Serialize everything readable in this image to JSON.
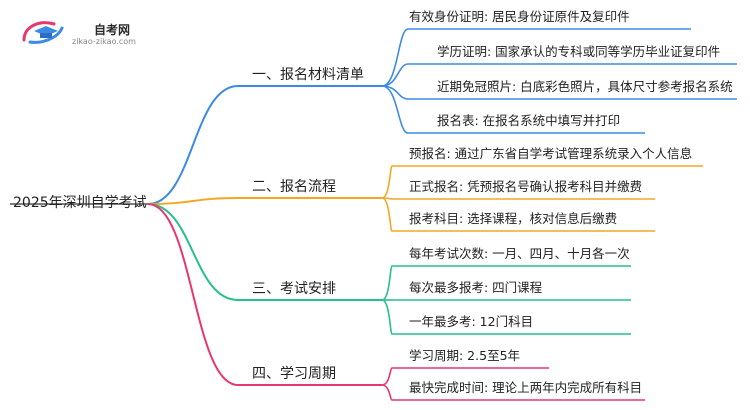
{
  "logo": {
    "name": "自考网",
    "url": "zikao-zikao.com"
  },
  "root": "2025年深圳自学考试",
  "branches": [
    {
      "label": "一、报名材料清单",
      "color": "#3b8be6",
      "leaves": [
        "有效身份证明: 居民身份证原件及复印件",
        "学历证明: 国家承认的专科或同等学历毕业证复印件",
        "近期免冠照片: 白底彩色照片，具体尺寸参考报名系统",
        "报名表: 在报名系统中填写并打印"
      ]
    },
    {
      "label": "二、报名流程",
      "color": "#f5a623",
      "leaves": [
        "预报名: 通过广东省自学考试管理系统录入个人信息",
        "正式报名: 凭预报名号确认报考科目并缴费",
        "报考科目: 选择课程，核对信息后缴费"
      ]
    },
    {
      "label": "三、考试安排",
      "color": "#27c08a",
      "leaves": [
        "每年考试次数: 一月、四月、十月各一次",
        "每次最多报考: 四门课程",
        "一年最多考: 12门科目"
      ]
    },
    {
      "label": "四、学习周期",
      "color": "#e8376f",
      "leaves": [
        "学习周期: 2.5至5年",
        "最快完成时间: 理论上两年内完成所有科目"
      ]
    }
  ]
}
